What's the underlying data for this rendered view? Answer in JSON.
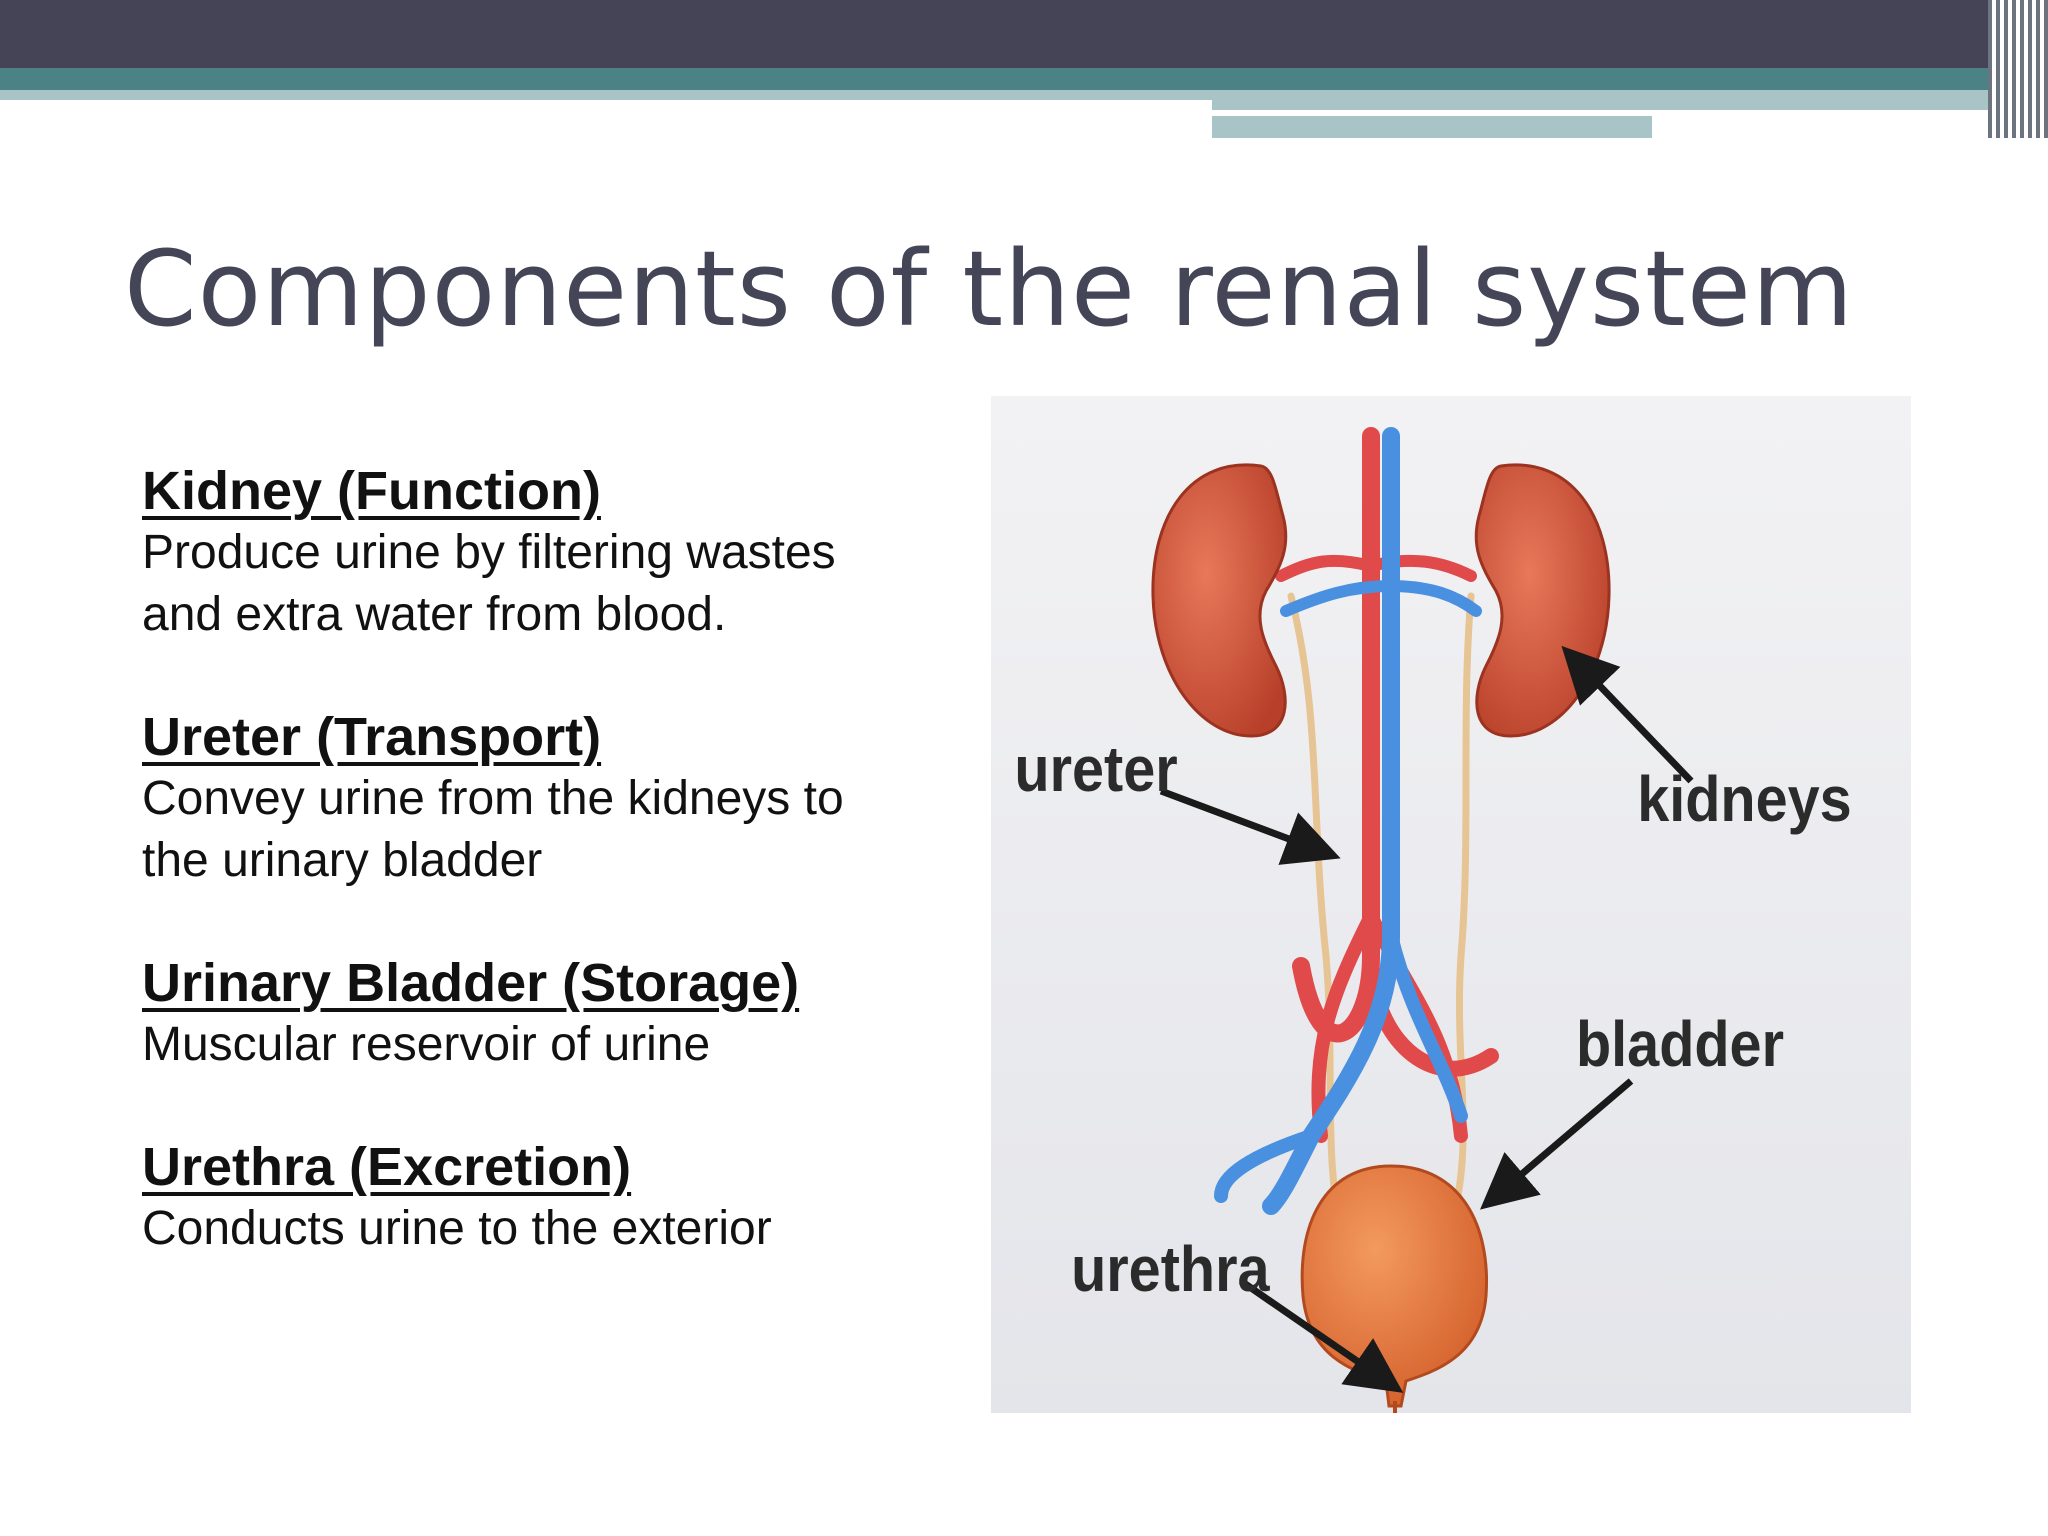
{
  "slide": {
    "title": "Components of the renal system",
    "sections": [
      {
        "heading": "Kidney (Function)",
        "description": "Produce urine by filtering wastes\nand extra water from blood."
      },
      {
        "heading": "Ureter (Transport)",
        "description": "Convey urine from the kidneys to\nthe urinary bladder"
      },
      {
        "heading": "Urinary Bladder (Storage)",
        "description": "Muscular reservoir of urine"
      },
      {
        "heading": "Urethra (Excretion)",
        "description": "Conducts urine to the exterior"
      }
    ]
  },
  "figure": {
    "labels": {
      "ureter": "ureter",
      "kidneys": "kidneys",
      "bladder": "bladder",
      "urethra": "urethra"
    }
  },
  "colors": {
    "header_dark": "#444456",
    "header_teal": "#4a8286",
    "header_light": "#a8c4c6",
    "title": "#454558",
    "kidney": "#d45a3c",
    "artery": "#e04a4a",
    "vein": "#4a90e0",
    "ureter": "#e8c89a",
    "bladder": "#e0743c"
  }
}
